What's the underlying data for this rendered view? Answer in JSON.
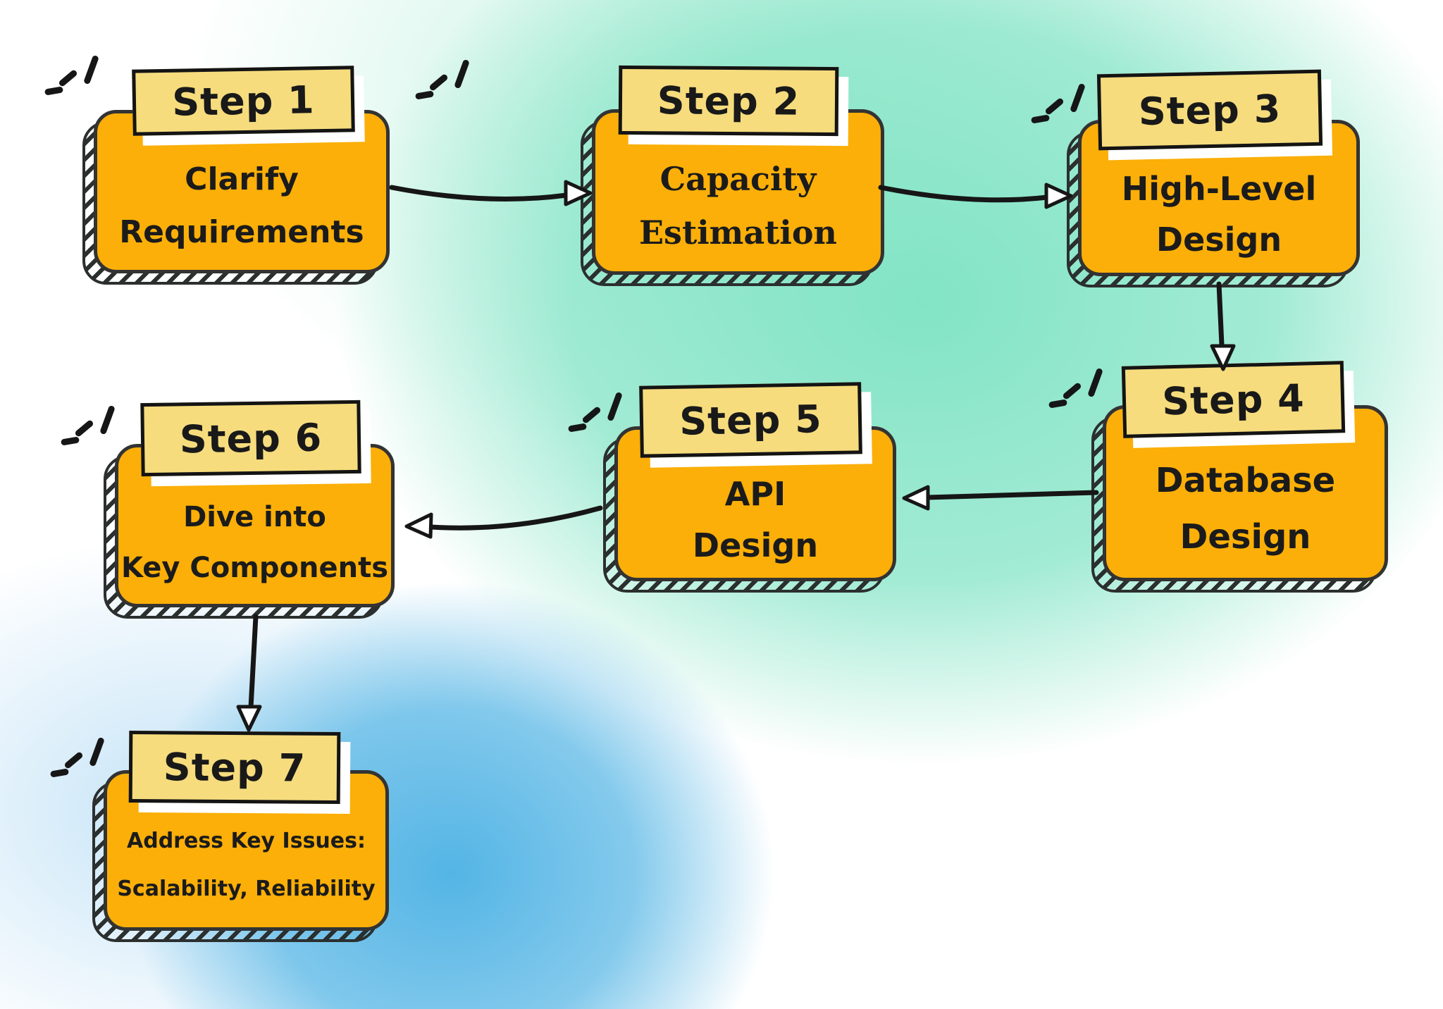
{
  "diagram": {
    "type": "flowchart",
    "theme": {
      "box_fill": "#FBAF08",
      "label_fill": "#F6DC7D",
      "label_shadow": "#FFFFFF",
      "ink": "#161616",
      "bg_teal": "#7EE3C3",
      "bg_blue": "#54B5E5",
      "bg_base": "#FFFFFF"
    }
  },
  "nodes": [
    {
      "id": "step-1",
      "label": "Step 1",
      "lines": [
        "Clarify",
        "Requirements"
      ]
    },
    {
      "id": "step-2",
      "label": "Step 2",
      "lines": [
        "Capacity",
        "Estimation"
      ]
    },
    {
      "id": "step-3",
      "label": "Step 3",
      "lines": [
        "High-Level",
        "Design"
      ]
    },
    {
      "id": "step-4",
      "label": "Step 4",
      "lines": [
        "Database",
        "Design"
      ]
    },
    {
      "id": "step-5",
      "label": "Step 5",
      "lines": [
        "API",
        "Design"
      ]
    },
    {
      "id": "step-6",
      "label": "Step 6",
      "lines": [
        "Dive into",
        "Key Components"
      ]
    },
    {
      "id": "step-7",
      "label": "Step 7",
      "lines": [
        "Address Key Issues:",
        "Scalability, Reliability"
      ]
    }
  ],
  "connections": [
    {
      "from": "step-1",
      "to": "step-2"
    },
    {
      "from": "step-2",
      "to": "step-3"
    },
    {
      "from": "step-3",
      "to": "step-4"
    },
    {
      "from": "step-4",
      "to": "step-5"
    },
    {
      "from": "step-5",
      "to": "step-6"
    },
    {
      "from": "step-6",
      "to": "step-7"
    }
  ]
}
